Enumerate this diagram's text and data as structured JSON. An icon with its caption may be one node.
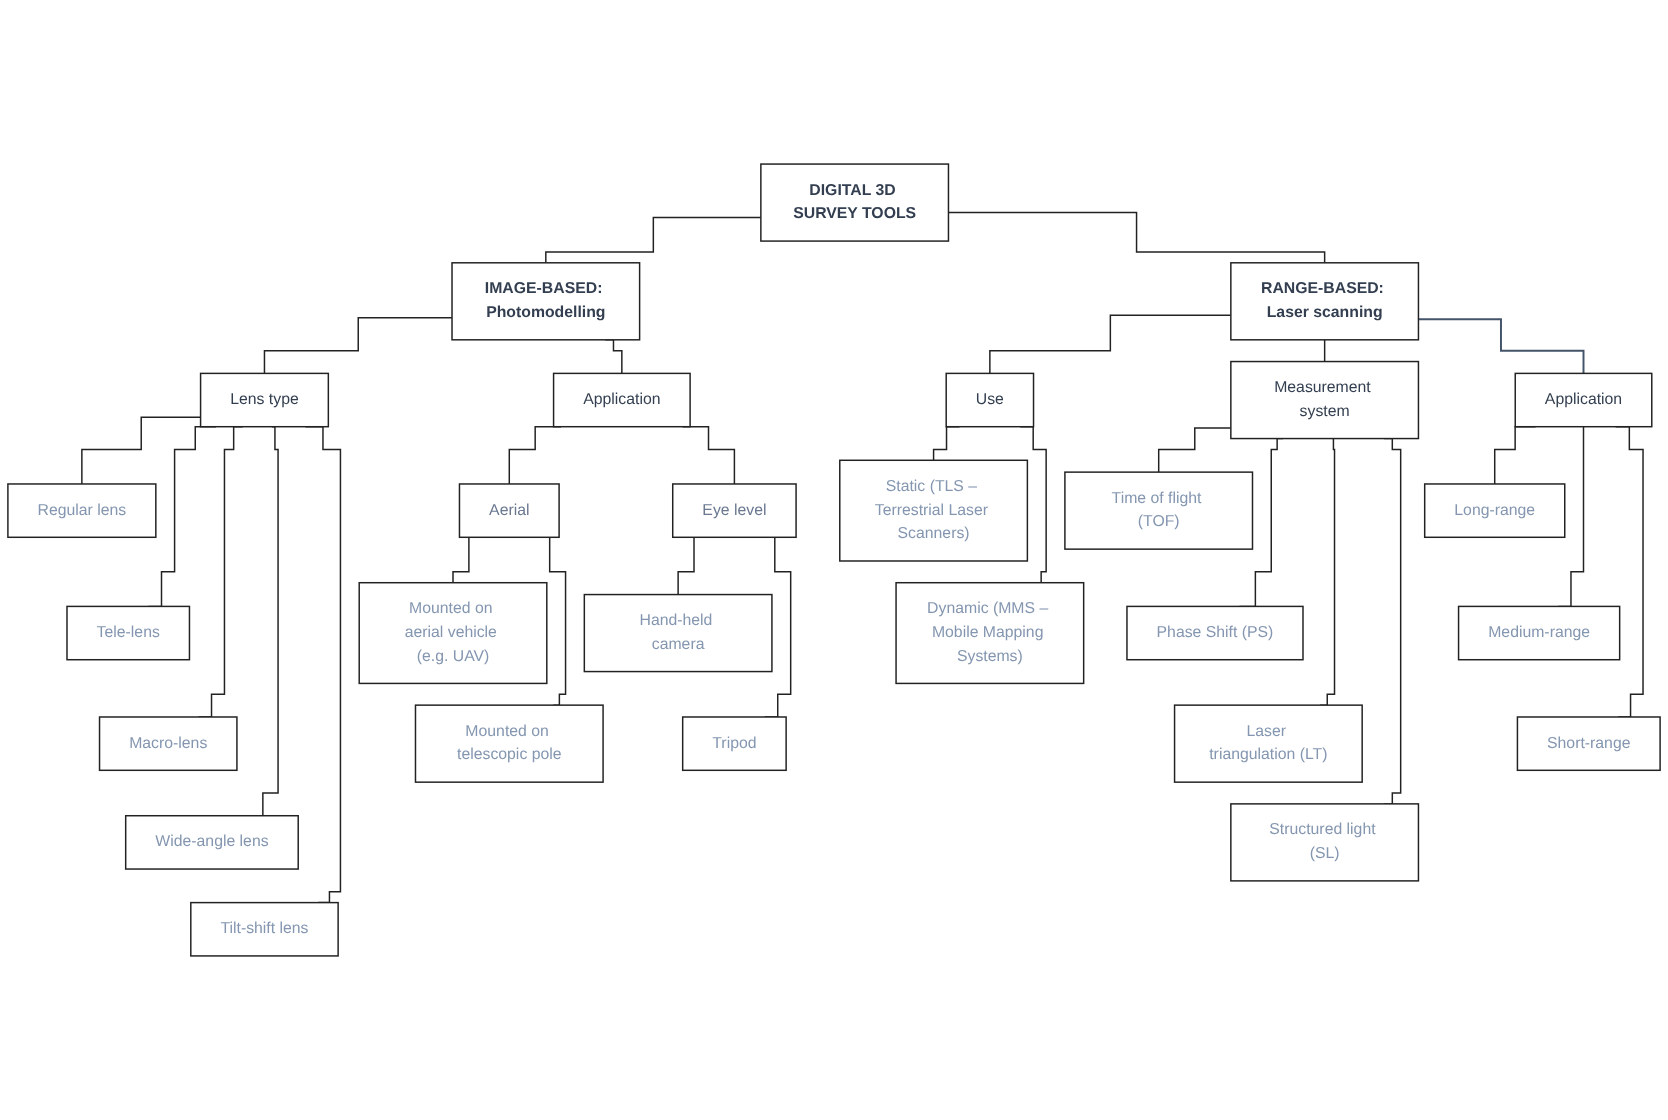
{
  "diagram": {
    "nodes": [
      {
        "text": [
          "DIGITAL 3D SURVEY TOOLS"
        ]
      },
      {
        "text": [
          "IMAGE-BASED: Photomodelling"
        ]
      },
      {
        "text": [
          "RANGE-BASED: Laser scanning"
        ]
      },
      {
        "text": [
          "Lens type"
        ]
      },
      {
        "text": [
          "Application"
        ]
      },
      {
        "text": [
          "Use"
        ]
      },
      {
        "text": [
          "Measurement system"
        ]
      },
      {
        "text": [
          "Application"
        ]
      },
      {
        "text": [
          "Regular lens"
        ]
      },
      {
        "text": [
          "Tele-lens"
        ]
      },
      {
        "text": [
          "Macro-lens"
        ]
      },
      {
        "text": [
          "Wide-angle lens"
        ]
      },
      {
        "text": [
          "Tilt-shift lens"
        ]
      },
      {
        "text": [
          "Aerial"
        ]
      },
      {
        "text": [
          "Eye level"
        ]
      },
      {
        "text": [
          "Mounted on aerial vehicle (e.g. UAV)"
        ]
      },
      {
        "text": [
          "Mounted on telescopic pole"
        ]
      },
      {
        "text": [
          "Hand-held camera"
        ]
      },
      {
        "text": [
          "Tripod"
        ]
      },
      {
        "text": [
          "Static (TLS – Terrestrial Laser Scanners)"
        ]
      },
      {
        "text": [
          "Dynamic (MMS – Mobile Mapping Systems)"
        ]
      },
      {
        "text": [
          "Time of flight (TOF)"
        ]
      },
      {
        "text": [
          "Phase Shift (PS)"
        ]
      },
      {
        "text": [
          "Laser triangulation (LT)"
        ]
      },
      {
        "text": [
          "Structured light (SL)"
        ]
      },
      {
        "text": [
          "Long-range"
        ]
      },
      {
        "text": [
          "Medium-range"
        ]
      },
      {
        "text": [
          "Short-range"
        ]
      }
    ],
    "edges": [
      {
        "from": 0,
        "to": 1,
        "arrow": "none"
      },
      {
        "from": 0,
        "to": 2,
        "arrow": "none"
      },
      {
        "from": 1,
        "to": 3,
        "arrow": "none"
      },
      {
        "from": 1,
        "to": 4,
        "arrow": "none"
      },
      {
        "from": 2,
        "to": 5,
        "arrow": "none"
      },
      {
        "from": 2,
        "to": 6,
        "arrow": "none"
      },
      {
        "from": 2,
        "to": 7,
        "arrow": "none",
        "color": "#44546a"
      },
      {
        "from": 3,
        "to": 8,
        "arrow": "none"
      },
      {
        "from": 3,
        "to": 9,
        "arrow": "none"
      },
      {
        "from": 3,
        "to": 10,
        "arrow": "none"
      },
      {
        "from": 3,
        "to": 11,
        "arrow": "none"
      },
      {
        "from": 3,
        "to": 12,
        "arrow": "none"
      },
      {
        "from": 4,
        "to": 13,
        "arrow": "none"
      },
      {
        "from": 4,
        "to": 14,
        "arrow": "none"
      },
      {
        "from": 13,
        "to": 15,
        "arrow": "none"
      },
      {
        "from": 13,
        "to": 16,
        "arrow": "none"
      },
      {
        "from": 14,
        "to": 17,
        "arrow": "none"
      },
      {
        "from": 14,
        "to": 18,
        "arrow": "none"
      },
      {
        "from": 5,
        "to": 19,
        "arrow": "none"
      },
      {
        "from": 5,
        "to": 20,
        "arrow": "none"
      },
      {
        "from": 6,
        "to": 21,
        "arrow": "none"
      },
      {
        "from": 6,
        "to": 22,
        "arrow": "none"
      },
      {
        "from": 6,
        "to": 23,
        "arrow": "none"
      },
      {
        "from": 6,
        "to": 24,
        "arrow": "none"
      },
      {
        "from": 7,
        "to": 25,
        "arrow": "none"
      },
      {
        "from": 7,
        "to": 26,
        "arrow": "none"
      },
      {
        "from": 7,
        "to": 27,
        "arrow": "none"
      }
    ]
  }
}
